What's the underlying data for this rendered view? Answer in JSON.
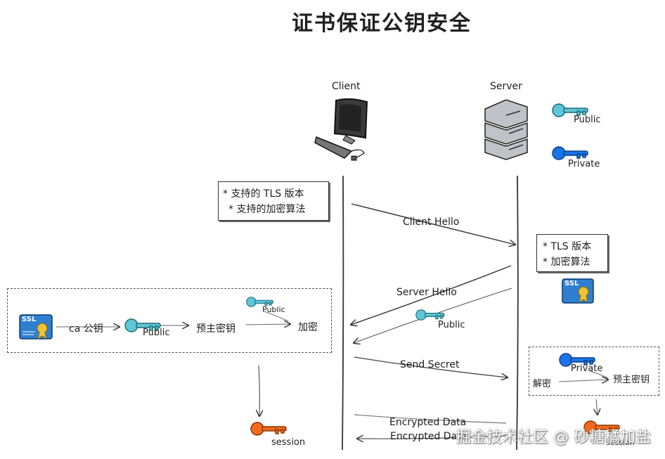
{
  "title": "证书保证公钥安全",
  "actors": {
    "client": "Client",
    "server": "Server"
  },
  "server_keys": {
    "public": "Public",
    "private": "Private"
  },
  "client_box": {
    "line1": "* 支持的 TLS 版本",
    "line2": "* 支持的加密算法"
  },
  "server_box": {
    "line1": "* TLS 版本",
    "line2": "* 加密算法"
  },
  "messages": {
    "client_hello": "Client Hello",
    "server_hello": "Server Hello",
    "server_hello_key": "Public",
    "send_secret": "Send Secret",
    "encrypted_1": "Encrypted Data",
    "encrypted_2": "Encrypted Data"
  },
  "client_flow": {
    "cert": "SSL",
    "ca_label": "ca 公钥",
    "public_label": "Public",
    "premaster": "预主密钥",
    "top_public": "Public",
    "encrypt": "加密"
  },
  "server_flow": {
    "private_label": "Private",
    "decrypt": "解密",
    "premaster": "预主密钥"
  },
  "session": {
    "client": "session",
    "server": "session"
  },
  "cert_text": "SSL",
  "watermark": "掘金技术社区 @ 砂糖橘加盐",
  "colors": {
    "public_key": "#5ec6d6",
    "private_key": "#1a73e8",
    "session_key": "#f26a1b",
    "cert": "#2f7fd1"
  }
}
